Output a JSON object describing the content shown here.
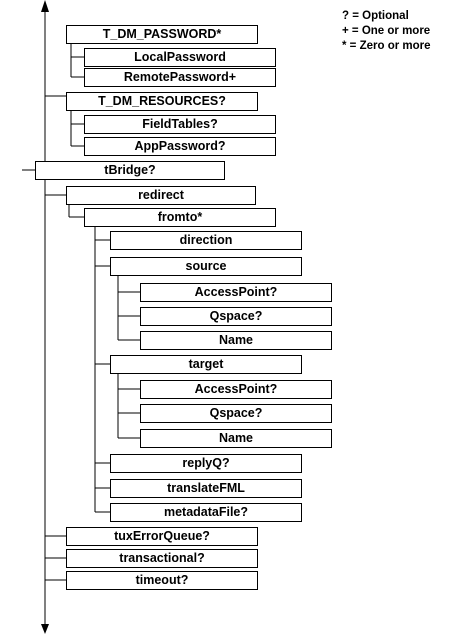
{
  "legend": {
    "optional": "? = Optional",
    "one_or_more": "+ = One or more",
    "zero_or_more": "* = Zero or more"
  },
  "nodes": {
    "t_dm_password": "T_DM_PASSWORD*",
    "localpassword": "LocalPassword",
    "remotepassword": "RemotePassword+",
    "t_dm_resources": "T_DM_RESOURCES?",
    "fieldtables": "FieldTables?",
    "apppassword": "AppPassword?",
    "tbridge": "tBridge?",
    "redirect": "redirect",
    "fromto": "fromto*",
    "direction": "direction",
    "source": "source",
    "source_accesspoint": "AccessPoint?",
    "source_qspace": "Qspace?",
    "source_name": "Name",
    "target": "target",
    "target_accesspoint": "AccessPoint?",
    "target_qspace": "Qspace?",
    "target_name": "Name",
    "replyq": "replyQ?",
    "translatefml": "translateFML",
    "metadatafile": "metadataFile?",
    "tuxerrorqueue": "tuxErrorQueue?",
    "transactional": "transactional?",
    "timeout": "timeout?"
  }
}
